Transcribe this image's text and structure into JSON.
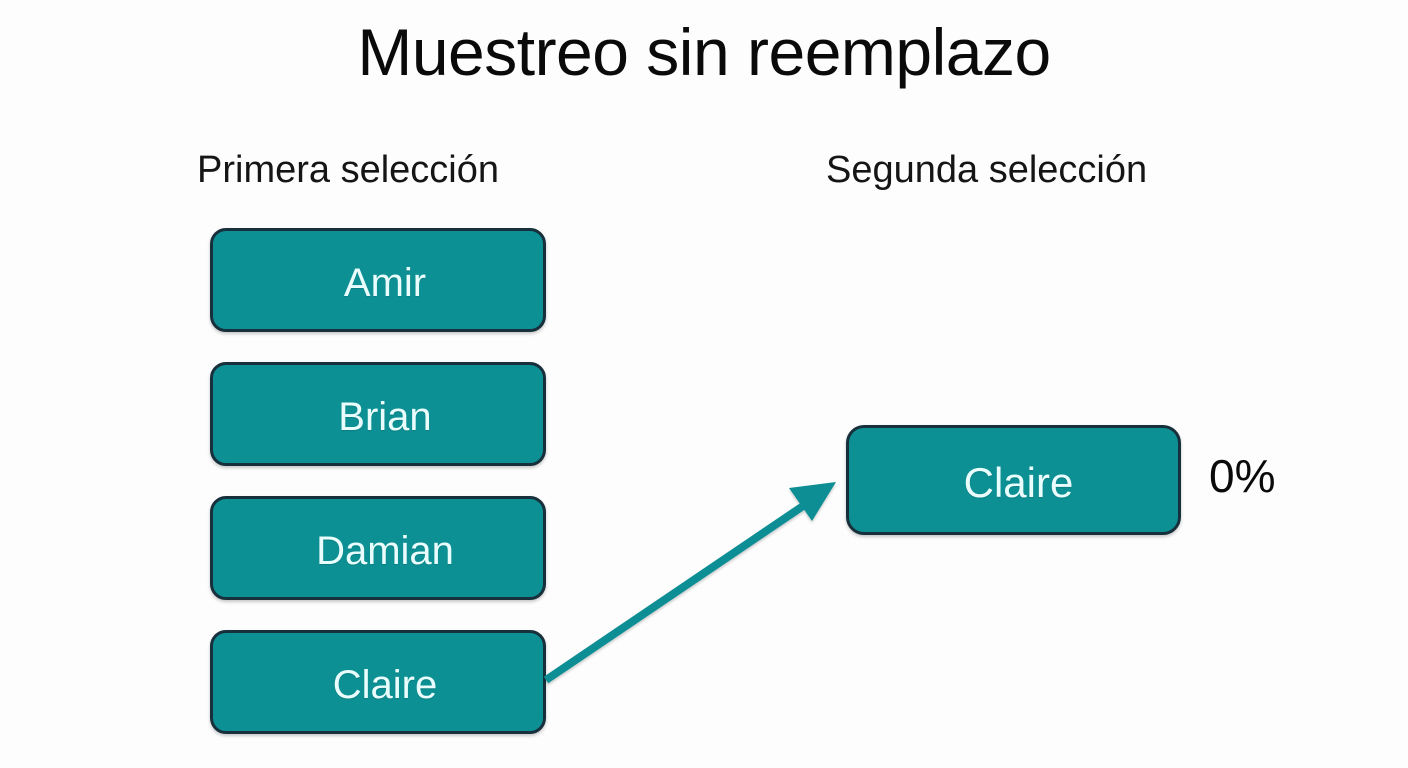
{
  "slide": {
    "title": "Muestreo sin reemplazo",
    "background_color": "#fdfdfd"
  },
  "colors": {
    "box_fill": "#0d9094",
    "box_border": "#17303c",
    "box_text": "#e9fdfd",
    "arrow": "#0f8e94",
    "title_text": "#0a0a0a"
  },
  "columns": {
    "first": {
      "header": "Primera selección",
      "items": [
        {
          "name": "Amir"
        },
        {
          "name": "Brian"
        },
        {
          "name": "Damian"
        },
        {
          "name": "Claire"
        }
      ]
    },
    "second": {
      "header": "Segunda selección",
      "items": [
        {
          "name": "Claire",
          "percent": "0%"
        }
      ]
    }
  },
  "arrow": {
    "from_label": "Claire",
    "to_label": "Claire",
    "icon": "arrow-up-right-icon"
  }
}
